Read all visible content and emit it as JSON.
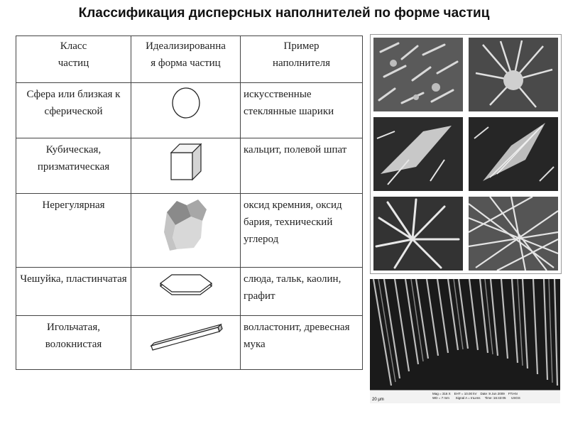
{
  "title": "Классификация дисперсных наполнителей по форме частиц",
  "table": {
    "headers": {
      "class": "Класс\nчастиц",
      "shape": "Идеализированна\nя форма частиц",
      "example": "Пример\nнаполнителя"
    },
    "rows": [
      {
        "class": "Сфера или близкая к сферической",
        "shape_icon": "circle-icon",
        "example": "искусственные стеклянные шарики"
      },
      {
        "class": "Кубическая, призматическая",
        "shape_icon": "cube-icon",
        "example": "кальцит, полевой шпат"
      },
      {
        "class": "Нерегулярная",
        "shape_icon": "irregular-particle-icon",
        "example": "оксид кремния, оксид бария, технический углерод"
      },
      {
        "class": "Чешуйка, пластинчатая",
        "shape_icon": "flake-icon",
        "example": "слюда, тальк, каолин, графит"
      },
      {
        "class": "Игольчатая, волокнистая",
        "shape_icon": "needle-icon",
        "example": "волластонит, древесная мука"
      }
    ]
  },
  "sem_image": {
    "scale_label": "20 μm",
    "params": "Mag = 316 X    EHT = 10.00 kV    Date :9 Jun 2009    FTIAN\nWD = 7 mm       Signal A = InLens     Time :16:43:05      USGS"
  }
}
